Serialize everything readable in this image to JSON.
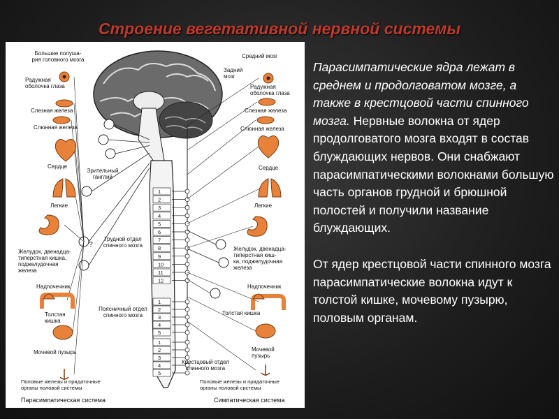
{
  "title": "Строение вегетативной нервной системы",
  "diagram": {
    "left_labels": [
      "Большие полуша-\nрия головного мозга",
      "Радужная\nоболочка глаза",
      "Слезная железа",
      "Слюнная железа",
      "Сердце",
      "Зрительный\nганглий",
      "Легкие",
      "Грудной отдел\nспинного мозга",
      "Желудок, двенадца-\nтиперстная кишка,\nподжелудочная\nжелеза",
      "Надпочечник",
      "Поясничный отдел\nспинного мозга",
      "Толстая\nкишка",
      "Мочевой пузырь",
      "Половые железы и придаточные\nорганы половой системы"
    ],
    "right_labels": [
      "Средний мозг",
      "Задний\nмозг",
      "Радужная\nоболочка глаза",
      "Слезная железа",
      "Слюнная железа",
      "Сердце",
      "Легкие",
      "Желудок, двенадца-\nтиперстная киш-\nка, поджелудочная\nжелеза",
      "Надпочечник",
      "Толстая кишка",
      "Мочевой\nпузырь",
      "Крестцовый отдел\nспинного мозга",
      "Половые железы и придаточные\nорганы половой системы"
    ],
    "question_mark": "?",
    "thoracic_numbers": [
      "1",
      "2",
      "3",
      "4",
      "5",
      "6",
      "7",
      "8",
      "9",
      "10",
      "11",
      "12"
    ],
    "lumbar_numbers": [
      "1",
      "2",
      "3",
      "4",
      "5"
    ],
    "sacral_numbers": [
      "1",
      "2",
      "3",
      "4",
      "5"
    ],
    "caption_left": "Парасимпатическая система",
    "caption_right": "Симпатическая система"
  },
  "text": {
    "p1_italic": "Парасимпатические ядра лежат в среднем и продолговатом мозге, а также в крестцовой части спинного мозга.",
    "p1_regular": " Нервные волокна от ядер продолговатого мозга входят в состав блуждающих нервов. Они снабжают парасимпатическими волокнами большую часть органов грудной и брюшной полостей и получили название блуждающих.",
    "p2": "От ядер крестцовой части спинного мозга парасимпатические волокна идут к толстой кишке, мочевому пузырю, половым органам."
  },
  "colors": {
    "title": "#c0392b",
    "organ": "#e8823a",
    "brain": "#555555"
  }
}
